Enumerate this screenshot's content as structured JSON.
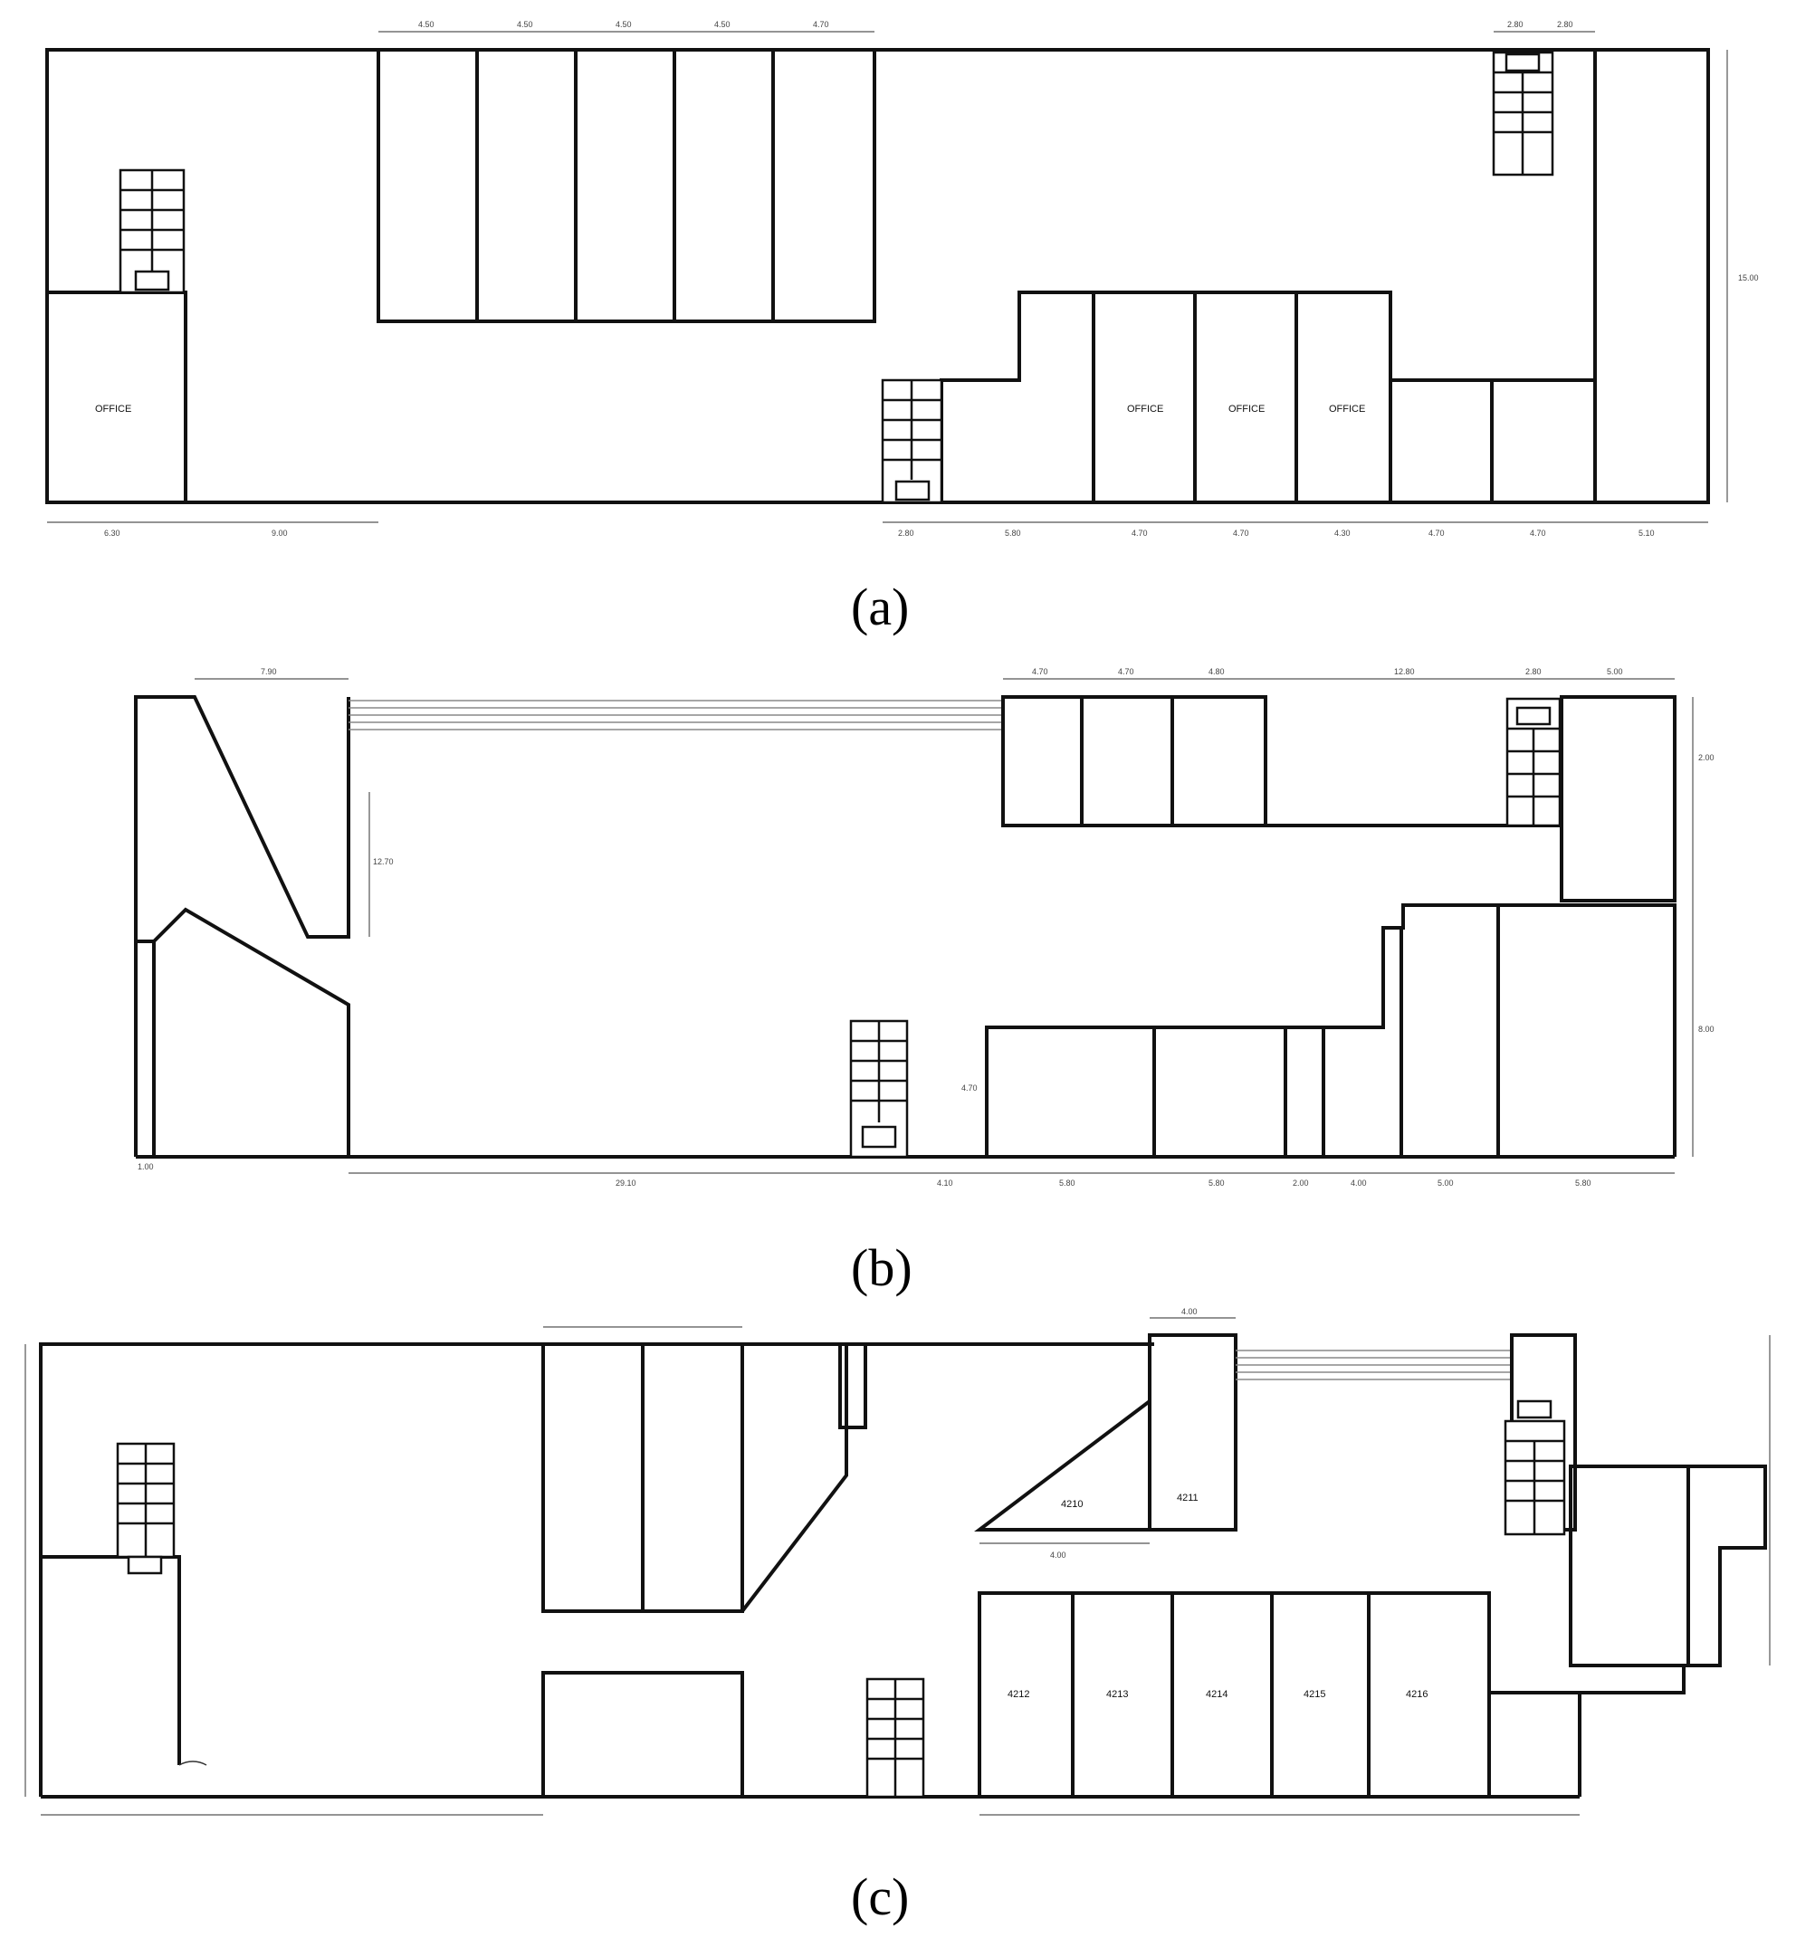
{
  "captions": {
    "a": "(a)",
    "b": "(b)",
    "c": "(c)"
  },
  "plan_a": {
    "dims_top": [
      "4.50",
      "4.50",
      "4.50",
      "4.50",
      "4.70",
      "2.80",
      "2.80"
    ],
    "dims_bottom": [
      "6.30",
      "9.00",
      "2.80",
      "5.80",
      "4.70",
      "4.70",
      "4.30",
      "4.70",
      "4.70",
      "5.10"
    ],
    "dims_side": [
      "15.00"
    ],
    "rooms": [
      "OFFICE",
      "OFFICE",
      "OFFICE",
      "OFFICE"
    ]
  },
  "plan_b": {
    "dims_top": [
      "7.90",
      "4.70",
      "4.70",
      "4.80",
      "12.80",
      "2.80",
      "5.00"
    ],
    "dims_bottom": [
      "1.00",
      "29.10",
      "4.10",
      "5.80",
      "5.80",
      "2.00",
      "4.00",
      "5.00",
      "5.80"
    ],
    "dims_side": [
      "12.70",
      "2.00",
      "8.00",
      "4.70"
    ]
  },
  "plan_c": {
    "dims_top": [
      "4.00"
    ],
    "dims_bottom": [
      "4.00"
    ],
    "rooms": [
      "4210",
      "4211",
      "4212",
      "4213",
      "4214",
      "4215",
      "4216"
    ]
  }
}
